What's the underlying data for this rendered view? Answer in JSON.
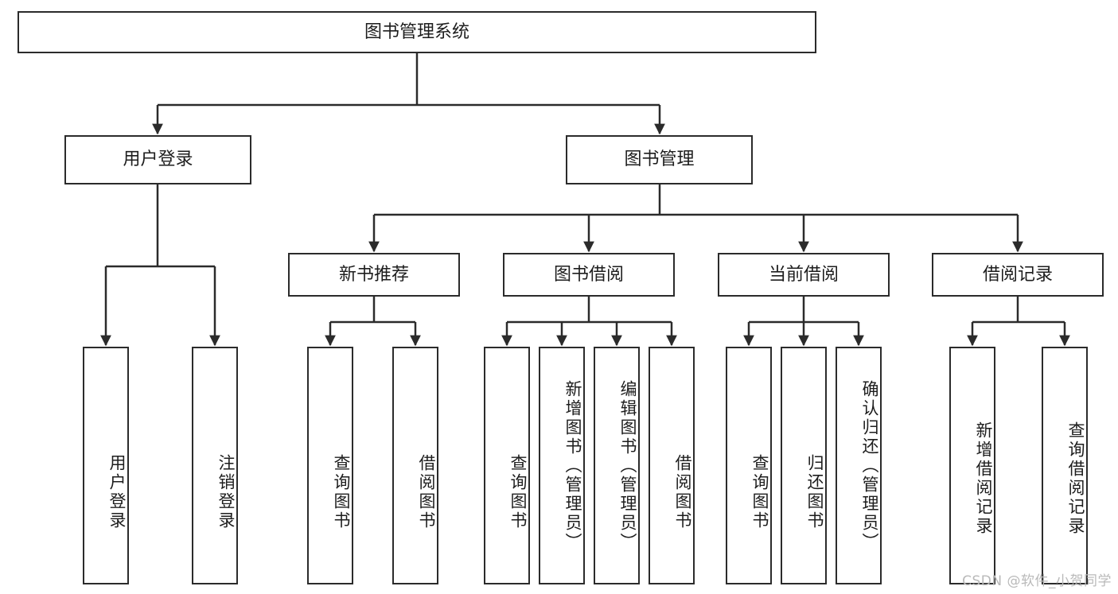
{
  "diagram": {
    "title": "图书管理系统",
    "type": "hierarchy-tree",
    "stroke_color": "#2b2b2b",
    "fill_color": "#ffffff",
    "text_color": "#1d1d1d"
  },
  "nodes": {
    "root": {
      "label": "图书管理系统",
      "level": 0
    },
    "user_login": {
      "label": "用户登录",
      "level": 1
    },
    "book_manage": {
      "label": "图书管理",
      "level": 1
    },
    "new_book_rec": {
      "label": "新书推荐",
      "level": 2
    },
    "book_borrow": {
      "label": "图书借阅",
      "level": 2
    },
    "current_borrow": {
      "label": "当前借阅",
      "level": 2
    },
    "borrow_record": {
      "label": "借阅记录",
      "level": 2
    },
    "leaf_user_login": {
      "label": "用户登录",
      "level": 3
    },
    "leaf_logout": {
      "label": "注销登录",
      "level": 3
    },
    "leaf_query_book_1": {
      "label": "查询图书",
      "level": 3
    },
    "leaf_borrow_book_1": {
      "label": "借阅图书",
      "level": 3
    },
    "leaf_query_book_2": {
      "label": "查询图书",
      "level": 3
    },
    "leaf_add_book": {
      "label": "新增图书（管理员）",
      "level": 3
    },
    "leaf_edit_book": {
      "label": "编辑图书（管理员）",
      "level": 3
    },
    "leaf_borrow_book_2": {
      "label": "借阅图书",
      "level": 3
    },
    "leaf_query_book_3": {
      "label": "查询图书",
      "level": 3
    },
    "leaf_return_book": {
      "label": "归还图书",
      "level": 3
    },
    "leaf_confirm_return": {
      "label": "确认归还（管理员）",
      "level": 3
    },
    "leaf_add_record": {
      "label": "新增借阅记录",
      "level": 3
    },
    "leaf_query_record": {
      "label": "查询借阅记录",
      "level": 3
    }
  },
  "edges": [
    {
      "from": "root",
      "to": "user_login"
    },
    {
      "from": "root",
      "to": "book_manage"
    },
    {
      "from": "book_manage",
      "to": "new_book_rec"
    },
    {
      "from": "book_manage",
      "to": "book_borrow"
    },
    {
      "from": "book_manage",
      "to": "current_borrow"
    },
    {
      "from": "book_manage",
      "to": "borrow_record"
    },
    {
      "from": "user_login",
      "to": "leaf_user_login"
    },
    {
      "from": "user_login",
      "to": "leaf_logout"
    },
    {
      "from": "new_book_rec",
      "to": "leaf_query_book_1"
    },
    {
      "from": "new_book_rec",
      "to": "leaf_borrow_book_1"
    },
    {
      "from": "book_borrow",
      "to": "leaf_query_book_2"
    },
    {
      "from": "book_borrow",
      "to": "leaf_add_book"
    },
    {
      "from": "book_borrow",
      "to": "leaf_edit_book"
    },
    {
      "from": "book_borrow",
      "to": "leaf_borrow_book_2"
    },
    {
      "from": "current_borrow",
      "to": "leaf_query_book_3"
    },
    {
      "from": "current_borrow",
      "to": "leaf_return_book"
    },
    {
      "from": "current_borrow",
      "to": "leaf_confirm_return"
    },
    {
      "from": "borrow_record",
      "to": "leaf_add_record"
    },
    {
      "from": "borrow_record",
      "to": "leaf_query_record"
    }
  ],
  "watermark": {
    "text": "CSDN @软件_小贺同学"
  }
}
